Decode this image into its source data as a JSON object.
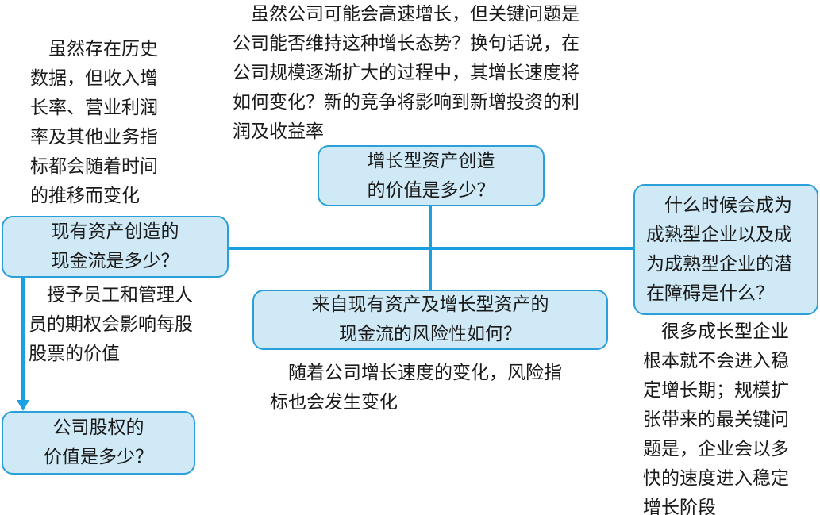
{
  "notes": {
    "history": [
      "虽然存在历史",
      "数据，但收入增",
      "长率、营业利润",
      "率及其他业务指",
      "标都会随着时间",
      "的推移而变化"
    ],
    "growth": [
      "虽然公司可能会高速增长，但关键问题是",
      "公司能否维持这种增长态势？换句话说，在",
      "公司规模逐渐扩大的过程中，其增长速度将",
      "如何变化？新的竞争将影响到新增投资的利",
      "润及收益率"
    ],
    "options": [
      "授予员工和管理人",
      "员的期权会影响每股",
      "股票的价值"
    ],
    "risk": [
      "随着公司增长速度的变化，风险指",
      "标也会发生变化"
    ],
    "stable": [
      "很多成长型企业",
      "根本就不会进入稳",
      "定增长期；规模扩",
      "张带来的最关键问",
      "题是，企业会以多",
      "快的速度进入稳定",
      "增长阶段"
    ]
  },
  "boxes": {
    "growth_assets": [
      "增长型资产创造",
      "的价值是多少？"
    ],
    "existing_assets": [
      "现有资产创造的",
      "现金流是多少？"
    ],
    "maturity": [
      "什么时候会成为",
      "成熟型企业以及成",
      "为成熟型企业的潜",
      "在障碍是什么？"
    ],
    "risk": [
      "来自现有资产及增长型资产的",
      "现金流的风险性如何？"
    ],
    "equity": [
      "公司股权的",
      "价值是多少？"
    ]
  },
  "colors": {
    "box_fill": "#cfeaf6",
    "line": "#1c9fe0"
  }
}
